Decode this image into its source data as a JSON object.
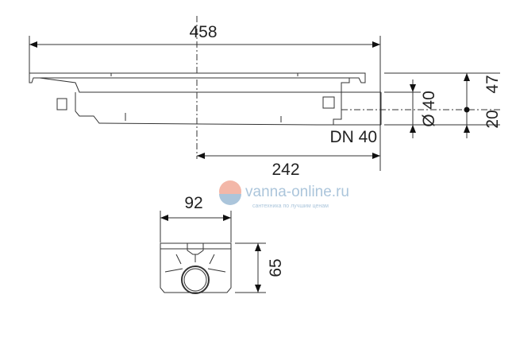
{
  "dimensions": {
    "overall_length": "458",
    "outlet_offset": "242",
    "outlet_label": "DN 40",
    "outlet_diameter": "Ø 40",
    "outlet_height": "20",
    "total_height_side": "47",
    "channel_width": "92",
    "channel_height": "65"
  },
  "watermark": {
    "site": "vanna-online.ru",
    "tagline": "сантехника по лучшим ценам"
  },
  "colors": {
    "line": "#333333",
    "watermark_blue": "#8fb2cf",
    "watermark_red": "#f0a08c"
  }
}
